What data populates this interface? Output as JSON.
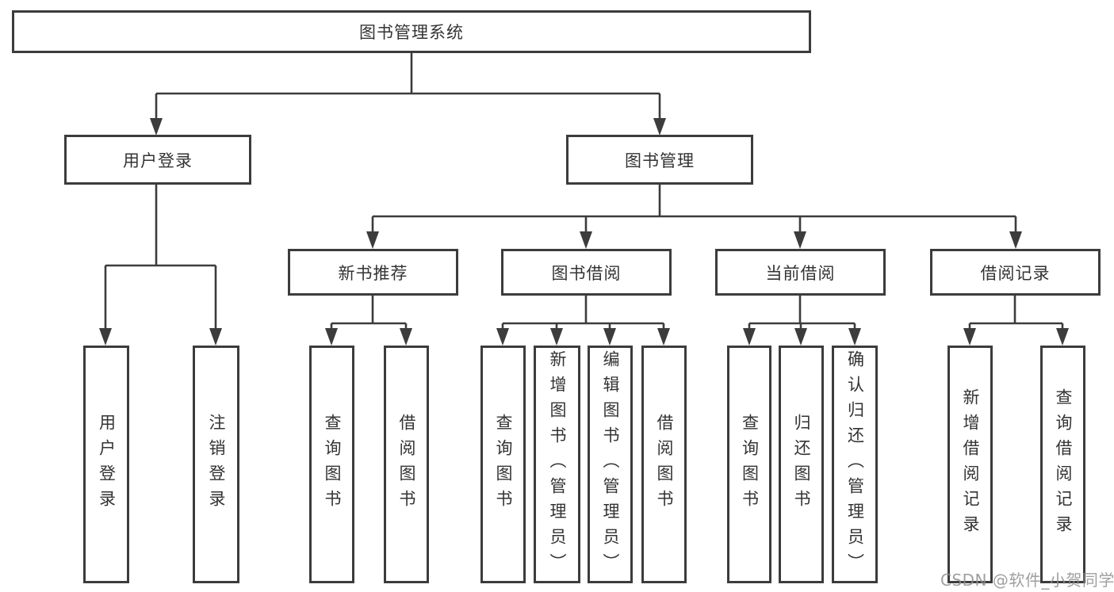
{
  "tree": {
    "label": "图书管理系统",
    "children": [
      {
        "label": "用户登录",
        "children": [
          {
            "label": "用户登录"
          },
          {
            "label": "注销登录"
          }
        ]
      },
      {
        "label": "图书管理",
        "children": [
          {
            "label": "新书推荐",
            "children": [
              {
                "label": "查询图书"
              },
              {
                "label": "借阅图书"
              }
            ]
          },
          {
            "label": "图书借阅",
            "children": [
              {
                "label": "查询图书"
              },
              {
                "label": "新增图书（管理员）"
              },
              {
                "label": "编辑图书（管理员）"
              },
              {
                "label": "借阅图书"
              }
            ]
          },
          {
            "label": "当前借阅",
            "children": [
              {
                "label": "查询图书"
              },
              {
                "label": "归还图书"
              },
              {
                "label": "确认归还（管理员）"
              }
            ]
          },
          {
            "label": "借阅记录",
            "children": [
              {
                "label": "新增借阅记录"
              },
              {
                "label": "查询借阅记录"
              }
            ]
          }
        ]
      }
    ]
  },
  "watermark": "CSDN @软件_小贺同学",
  "colors": {
    "line": "#3c3c3c",
    "text": "#333333",
    "watermark": "#8f8f8f",
    "background": "#ffffff"
  }
}
